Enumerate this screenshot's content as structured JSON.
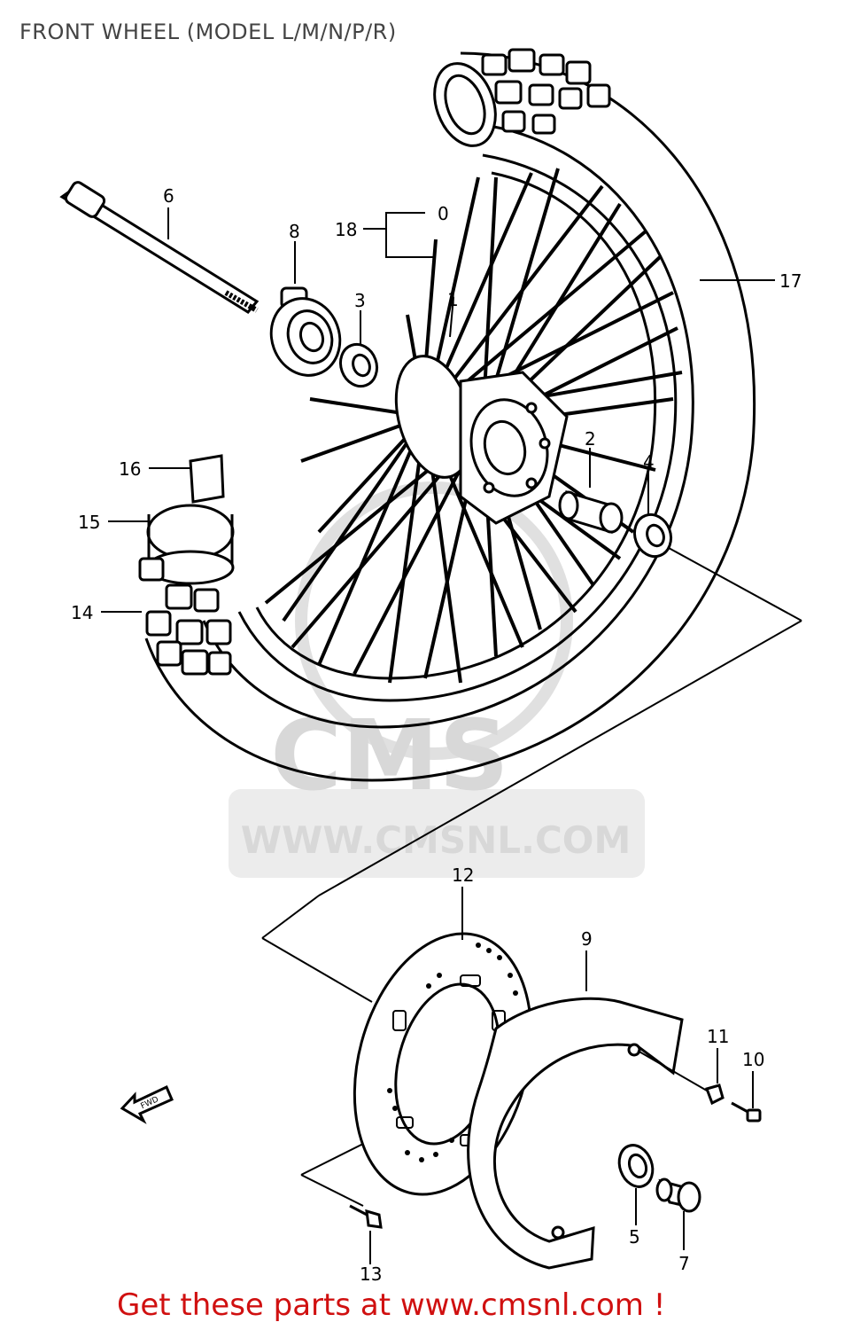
{
  "title": "FRONT WHEEL (MODEL L/M/N/P/R)",
  "footer": "Get these parts at www.cmsnl.com !",
  "watermark": {
    "logo_text": "CMS",
    "url": "WWW.CMSNL.COM"
  },
  "arrow_label": "FWD",
  "callouts": {
    "c1": "1",
    "c2": "2",
    "c3": "3",
    "c4": "4",
    "c5": "5",
    "c6": "6",
    "c7": "7",
    "c8": "8",
    "c9": "9",
    "c10": "10",
    "c11": "11",
    "c12": "12",
    "c13": "13",
    "c14": "14",
    "c15": "15",
    "c16": "16",
    "c17": "17",
    "c18": "18",
    "c18b": "0"
  }
}
